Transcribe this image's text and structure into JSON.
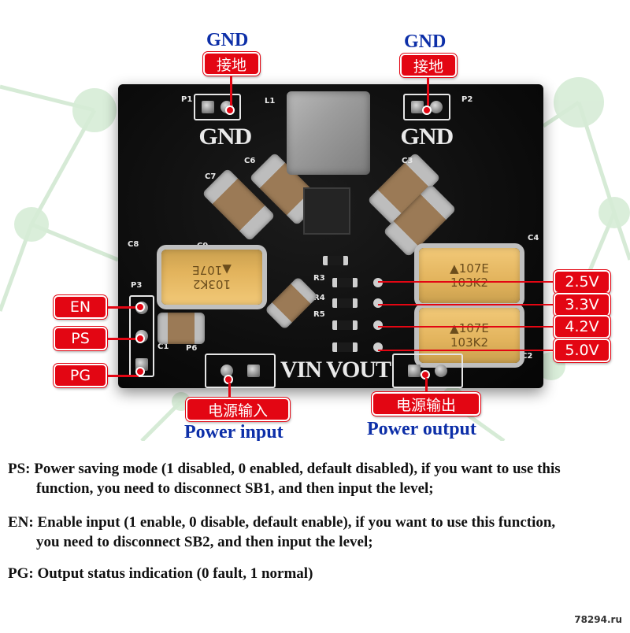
{
  "callouts": {
    "gnd_left": {
      "title": "GND",
      "tag": "接地"
    },
    "gnd_right": {
      "title": "GND",
      "tag": "接地"
    },
    "en": "EN",
    "ps": "PS",
    "pg": "PG",
    "voltages": [
      "2.5V",
      "3.3V",
      "4.2V",
      "5.0V"
    ],
    "power_input_tag": "电源输入",
    "power_input_label": "Power input",
    "power_output_tag": "电源输出",
    "power_output_label": "Power output"
  },
  "board_silkscreen": {
    "gnd_left": "GND",
    "gnd_right": "GND",
    "vin_vout": "VIN VOUT",
    "p1": "P1",
    "p2": "P2",
    "p3": "P3",
    "p6": "P6",
    "l1": "L1",
    "c1": "C1",
    "c2": "C2",
    "c3": "C3",
    "c4": "C4",
    "c6": "C6",
    "c7": "C7",
    "c8": "C8",
    "c9": "C9",
    "r3": "R3",
    "r4": "R4",
    "r5": "R5",
    "tant_left": [
      "103K2",
      "▲107E"
    ],
    "tant_right_top": [
      "▲107E",
      "103K2"
    ],
    "tant_right_bottom": [
      "▲107E",
      "103K2"
    ]
  },
  "descriptions": {
    "ps": [
      "PS: Power saving mode (1 disabled, 0 enabled, default disabled), if you want to use this",
      "function, you need to disconnect SB1, and then input the level;"
    ],
    "en": [
      "EN: Enable input (1 enable, 0 disable, default enable), if you want to use this function,",
      "you need to disconnect SB2, and then input the level;"
    ],
    "pg": [
      "PG: Output status indication (0 fault, 1 normal)"
    ]
  },
  "watermark": "78294.ru",
  "colors": {
    "accent_red": "#e30613",
    "label_blue": "#0d2fa8",
    "board": "#0b0b0b"
  }
}
